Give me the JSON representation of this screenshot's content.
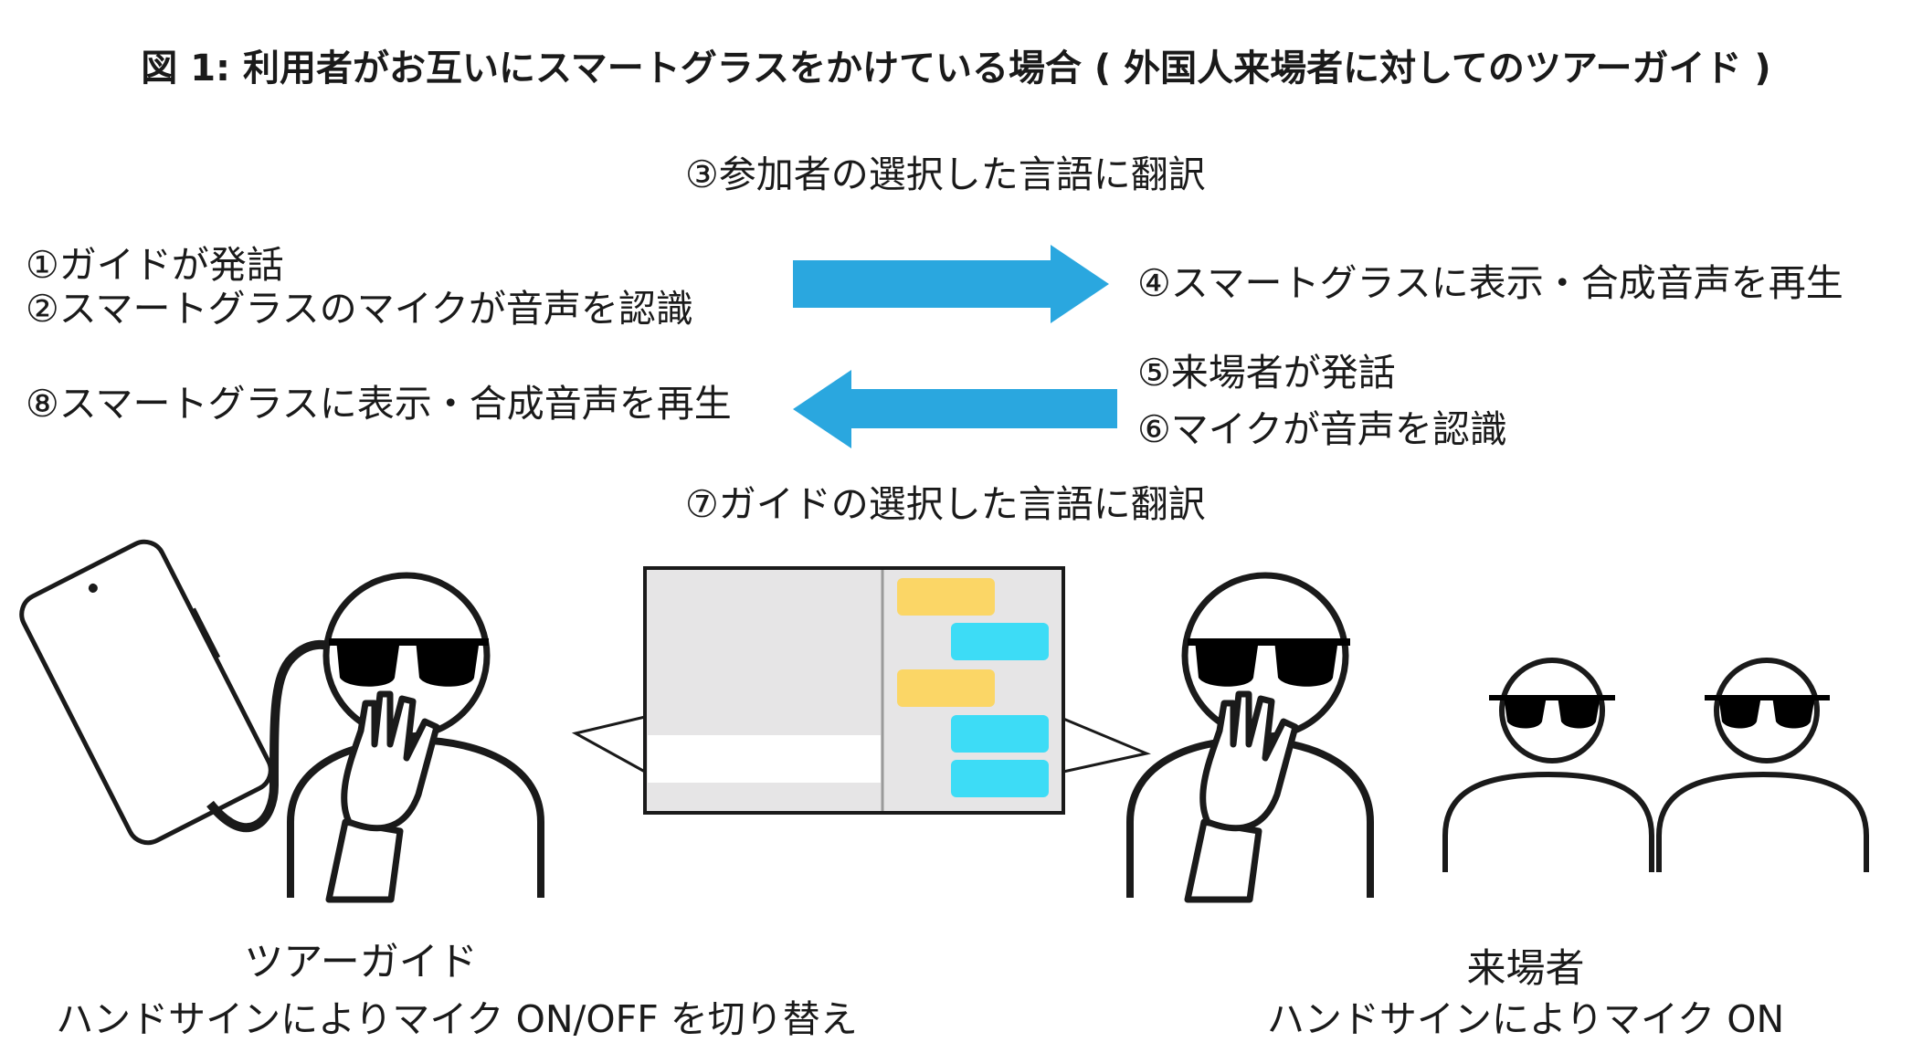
{
  "title": "図 1: 利用者がお互いにスマートグラスをかけている場合 ( 外国人来場者に対してのツアーガイド )",
  "steps": {
    "s3": "③参加者の選択した言語に翻訳",
    "s1": "①ガイドが発話",
    "s2": "②スマートグラスのマイクが音声を認識",
    "s4": "④スマートグラスに表示・合成音声を再生",
    "s5": "⑤来場者が発話",
    "s6": "⑥マイクが音声を認識",
    "s8": "⑧スマートグラスに表示・合成音声を再生",
    "s7": "⑦ガイドの選択した言語に翻訳"
  },
  "guide": {
    "label": "ツアーガイド",
    "note": "ハンドサインによりマイク ON/OFF を切り替え"
  },
  "visitor": {
    "label": "来場者",
    "note": "ハンドサインによりマイク ON"
  },
  "colors": {
    "arrow": "#2aa7df",
    "bubble_guide": "#fbd666",
    "bubble_visitor": "#3ddcf6",
    "panel": "#e6e5e6"
  }
}
